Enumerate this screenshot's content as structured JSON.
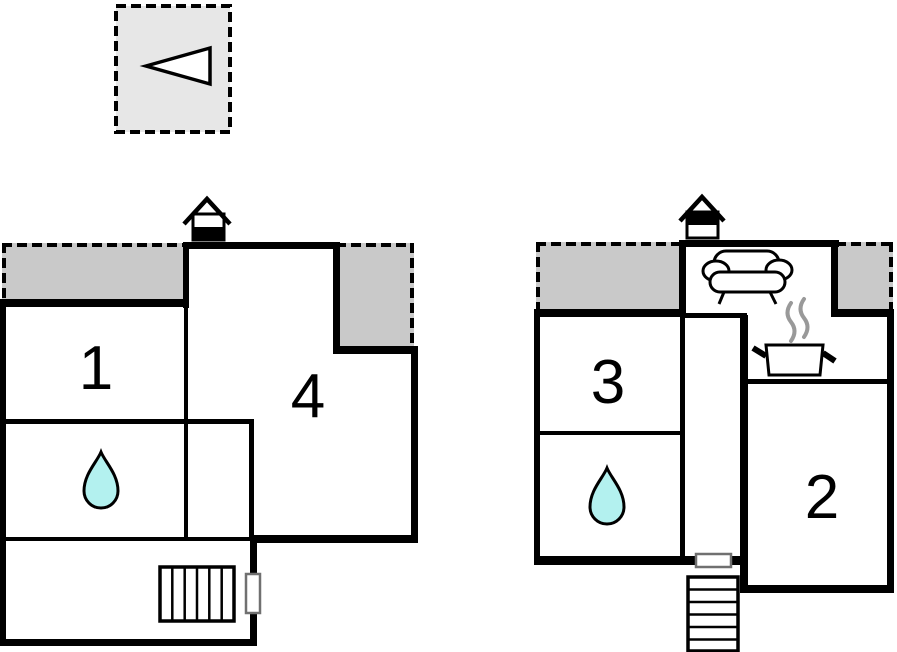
{
  "colors": {
    "background": "#ffffff",
    "wall_black": "#000000",
    "terrace_fill": "#c9c9c9",
    "compass_box_fill": "#e7e7e7",
    "water_drop_fill": "#b3f1ef",
    "steam_gray": "#999999",
    "door_border_gray": "#707070"
  },
  "compass": {
    "icon": "left-pointing-arrow-icon"
  },
  "plans": {
    "left": {
      "house_icon": "house-lower-level-icon",
      "rooms": {
        "room1": "1",
        "room4": "4"
      },
      "icons": [
        "water-drop-icon",
        "stairs-icon",
        "door-marker"
      ]
    },
    "right": {
      "house_icon": "house-upper-level-icon",
      "rooms": {
        "room3": "3",
        "room2": "2"
      },
      "icons": [
        "sofa-icon",
        "steaming-pot-icon",
        "water-drop-icon",
        "stairs-icon",
        "door-marker"
      ]
    }
  }
}
